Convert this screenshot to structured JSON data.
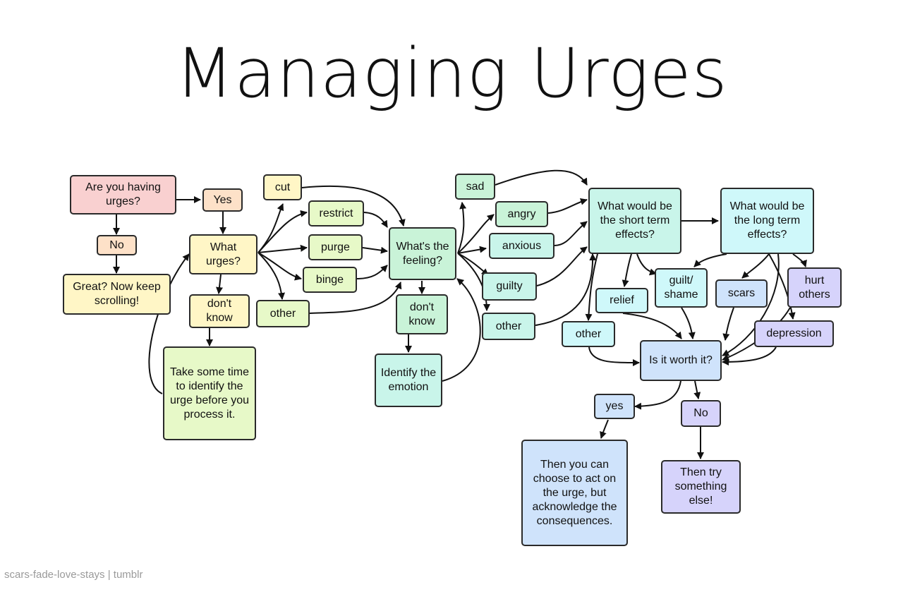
{
  "title": "Managing Urges",
  "watermark": "scars-fade-love-stays | tumblr",
  "nodes": {
    "are_you_having_urges": "Are you having urges?",
    "yes_1": "Yes",
    "no_1": "No",
    "great_keep_scrolling": "Great? Now keep scrolling!",
    "what_urges": "What urges?",
    "dont_know_1": "don't know",
    "take_some_time": "Take some time to identify the urge before you process it.",
    "cut": "cut",
    "restrict": "restrict",
    "purge": "purge",
    "binge": "binge",
    "other_1": "other",
    "whats_the_feeling": "What's the feeling?",
    "dont_know_2": "don't know",
    "identify_the_emotion": "Identify the emotion",
    "sad": "sad",
    "angry": "angry",
    "anxious": "anxious",
    "guilty": "guilty",
    "other_2": "other",
    "short_term_effects": "What would be the short term effects?",
    "long_term_effects": "What would be the long term effects?",
    "relief": "relief",
    "guilt_shame": "guilt/ shame",
    "other_3": "other",
    "scars": "scars",
    "hurt_others": "hurt others",
    "depression": "depression",
    "is_it_worth_it": "Is it worth it?",
    "yes_2": "yes",
    "no_2": "No",
    "act_on_urge": "Then you can choose to act on the urge, but acknowledge the consequences.",
    "try_something_else": "Then try something else!"
  }
}
